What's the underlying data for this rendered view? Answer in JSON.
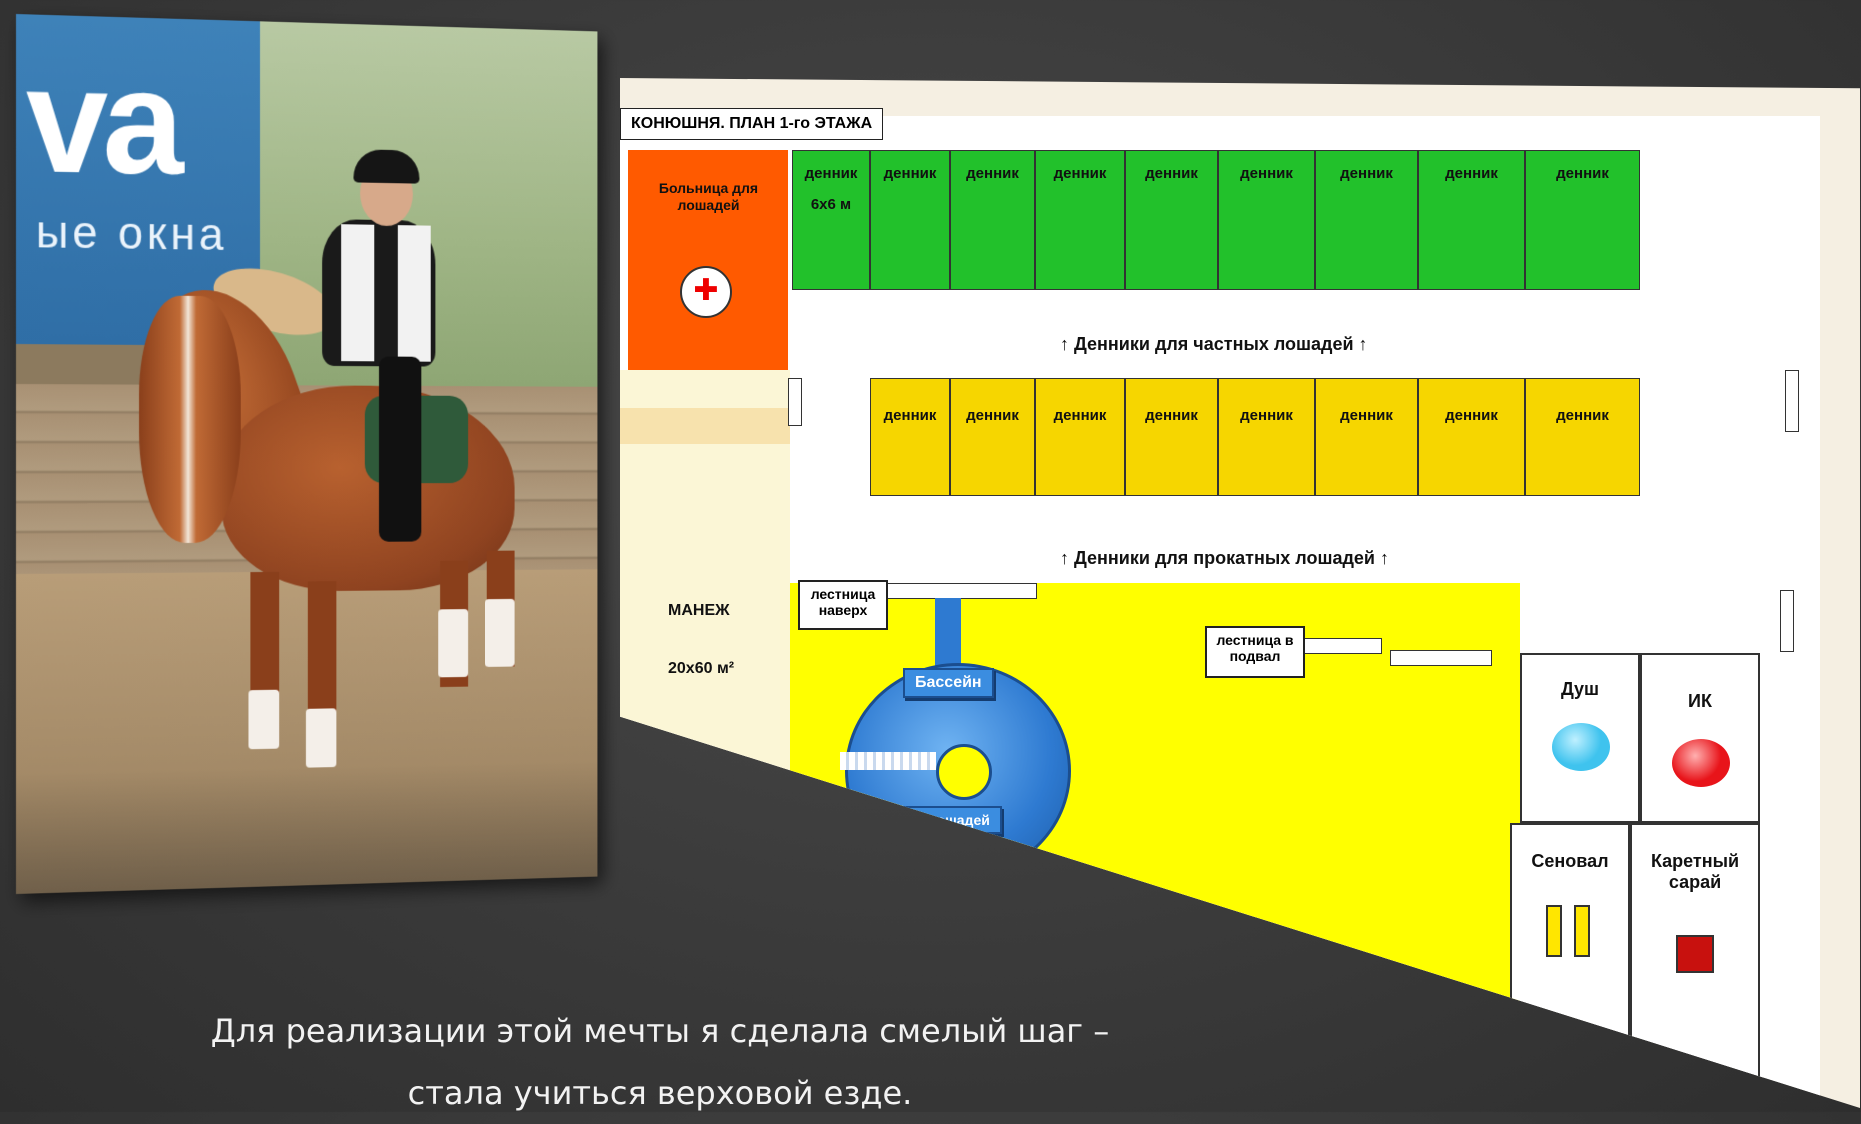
{
  "photo": {
    "banner_brand": "va",
    "banner_sub": "ые окна"
  },
  "plan": {
    "title": "КОНЮШНЯ. ПЛАН 1-го ЭТАЖА",
    "hospital": {
      "label": "Больница для лошадей",
      "icon": "medical-cross-icon"
    },
    "private_stalls": {
      "boxes": [
        "денник",
        "денник",
        "денник",
        "денник",
        "денник",
        "денник",
        "денник",
        "денник",
        "денник"
      ],
      "first_box_size": "6х6 м",
      "label": "↑ Денники для частных лошадей ↑"
    },
    "rental_stalls": {
      "boxes": [
        "денник",
        "денник",
        "денник",
        "денник",
        "денник",
        "денник",
        "денник",
        "денник"
      ],
      "label": "↑ Денники для прокатных лошадей ↑"
    },
    "manege": {
      "label": "МАНЕЖ",
      "size": "20х60 м²"
    },
    "stairs_up": "лестница наверх",
    "stairs_down": "лестница в подвал",
    "pool": {
      "label_top": "Бассейн",
      "label_bottom": "для лошадей"
    },
    "shower": {
      "label": "Душ",
      "color": "#3fc3ee"
    },
    "ik": {
      "label": "ИК",
      "color": "#e8141a"
    },
    "hayloft": {
      "label": "Сеновал"
    },
    "carriage": {
      "label": "Каретный сарай"
    },
    "colors": {
      "hospital": "#ff5a00",
      "private": "#22c12b",
      "rental": "#f6d600",
      "arena": "#ffff00"
    }
  },
  "caption": {
    "line1": "Для реализации этой мечты я сделала смелый шаг –",
    "line2": "стала учиться верховой езде."
  }
}
